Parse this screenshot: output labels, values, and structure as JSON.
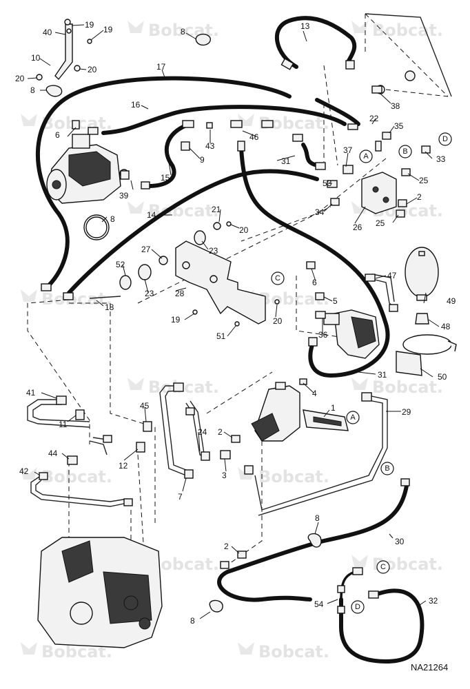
{
  "watermark": {
    "brand": "Bobcat."
  },
  "document_id": "NA21264",
  "connectors": [
    "A",
    "B",
    "C",
    "D"
  ],
  "callouts": {
    "c1": "1",
    "c2": "2",
    "c3": "3",
    "c4": "4",
    "c5": "5",
    "c6": "6",
    "c7": "7",
    "c8": "8",
    "c9": "9",
    "c10": "10",
    "c11": "11",
    "c12": "12",
    "c13": "13",
    "c14": "14",
    "c15": "15",
    "c16": "16",
    "c17": "17",
    "c18": "18",
    "c19": "19",
    "c20": "20",
    "c21": "21",
    "c22": "22",
    "c23": "23",
    "c24": "24",
    "c25": "25",
    "c26": "26",
    "c27": "27",
    "c28": "28",
    "c29": "29",
    "c30": "30",
    "c31": "31",
    "c32": "32",
    "c33": "33",
    "c34": "34",
    "c35": "35",
    "c36": "36",
    "c37": "37",
    "c38": "38",
    "c39": "39",
    "c40": "40",
    "c41": "41",
    "c42": "42",
    "c43": "43",
    "c44": "44",
    "c45": "45",
    "c46": "46",
    "c47": "47",
    "c48": "48",
    "c49": "49",
    "c50": "50",
    "c51": "51",
    "c52": "52",
    "c53": "53",
    "c54": "54"
  }
}
